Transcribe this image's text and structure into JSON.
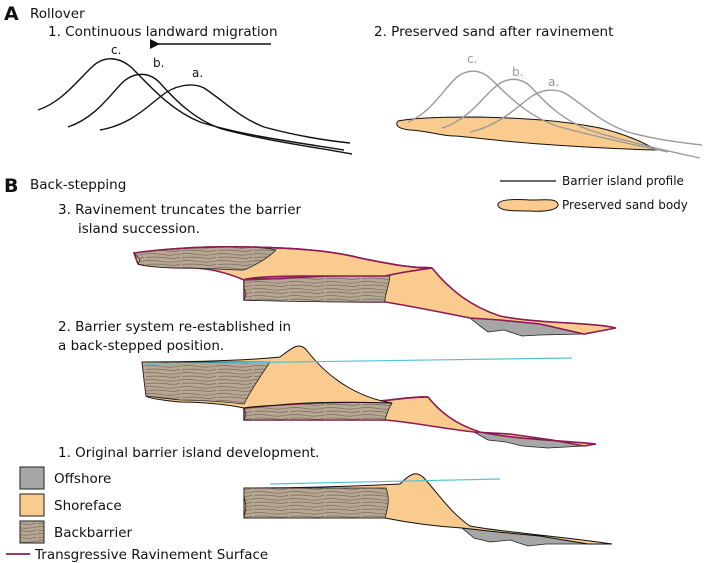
{
  "panelA": {
    "letter": "A",
    "title": "Rollover",
    "step1": "1. Continuous landward migration",
    "step2": "2. Preserved sand after ravinement",
    "profile_labels": [
      "c.",
      "b.",
      "a."
    ]
  },
  "panelB": {
    "letter": "B",
    "title": "Back-stepping",
    "step3_line1": "3. Ravinement truncates the barrier",
    "step3_line2": "island succession.",
    "step2_line1": "2. Barrier system re-established in",
    "step2_line2": "a back-stepped position.",
    "step1": "1. Original barrier island development."
  },
  "key": {
    "profile": "Barrier island profile",
    "sand_body": "Preserved sand body"
  },
  "legend": {
    "offshore": "Offshore",
    "shoreface": "Shoreface",
    "backbarrier": "Backbarrier",
    "trs": "Transgressive Ravinement Surface"
  },
  "colors": {
    "offshore": "#a6a6a6",
    "shoreface": "#f9cb8f",
    "backbarrier": "#b7a792",
    "trs": "#8b1b55",
    "sea_level": "#53c4cf",
    "grey_profile": "#9a9a9a"
  }
}
